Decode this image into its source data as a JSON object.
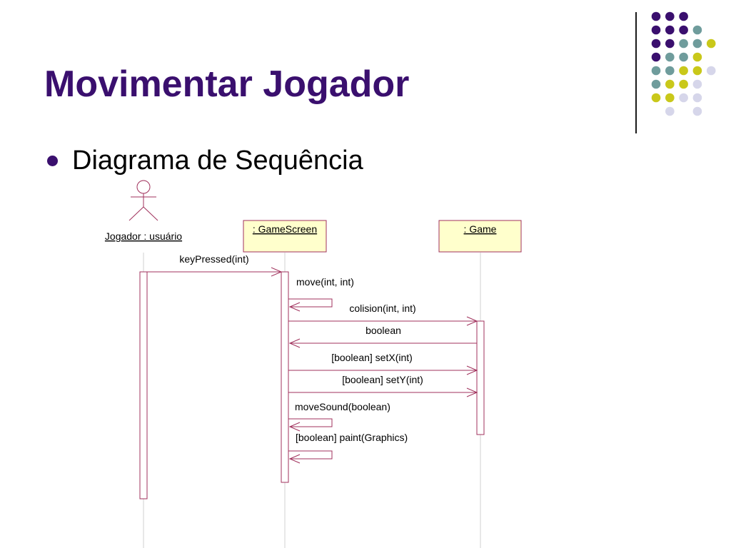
{
  "slide": {
    "title": "Movimentar Jogador",
    "bullet": "Diagrama de Sequência"
  },
  "colors": {
    "title": "#3a0f6e",
    "purple": "#3a0f6e",
    "teal": "#6f9c9c",
    "yellow": "#c9c81a",
    "lavender": "#d6d6ea",
    "lifeline": "#d0d0d0",
    "message": "#a0315c",
    "object_fill": "#ffffcc",
    "object_border": "#a0315c"
  },
  "decor_dots": [
    [
      "purple",
      "purple",
      "purple",
      "",
      ""
    ],
    [
      "purple",
      "purple",
      "purple",
      "teal",
      ""
    ],
    [
      "purple",
      "purple",
      "teal",
      "teal",
      "yellow"
    ],
    [
      "purple",
      "teal",
      "teal",
      "yellow",
      ""
    ],
    [
      "teal",
      "teal",
      "yellow",
      "yellow",
      "lavender"
    ],
    [
      "teal",
      "yellow",
      "yellow",
      "lavender",
      ""
    ],
    [
      "yellow",
      "yellow",
      "lavender",
      "lavender",
      ""
    ],
    [
      "",
      "lavender",
      "",
      "lavender",
      ""
    ]
  ],
  "diagram": {
    "actor": {
      "label": "Jogador : usuário"
    },
    "objects": [
      {
        "id": "gamescreen",
        "label": " : GameScreen"
      },
      {
        "id": "game",
        "label": " : Game"
      }
    ],
    "messages": [
      {
        "from": "actor",
        "to": "gamescreen",
        "label": "keyPressed(int)",
        "type": "call"
      },
      {
        "from": "gamescreen",
        "to": "gamescreen",
        "label": "move(int, int)",
        "type": "self"
      },
      {
        "from": "gamescreen",
        "to": "game",
        "label": "colision(int, int)",
        "type": "call"
      },
      {
        "from": "game",
        "to": "gamescreen",
        "label": "boolean",
        "type": "return"
      },
      {
        "from": "gamescreen",
        "to": "game",
        "label": "[boolean] setX(int)",
        "type": "call"
      },
      {
        "from": "gamescreen",
        "to": "game",
        "label": "[boolean] setY(int)",
        "type": "call"
      },
      {
        "from": "gamescreen",
        "to": "gamescreen",
        "label": "moveSound(boolean)",
        "type": "self"
      },
      {
        "from": "gamescreen",
        "to": "gamescreen",
        "label": "[boolean] paint(Graphics)",
        "type": "self"
      }
    ]
  }
}
